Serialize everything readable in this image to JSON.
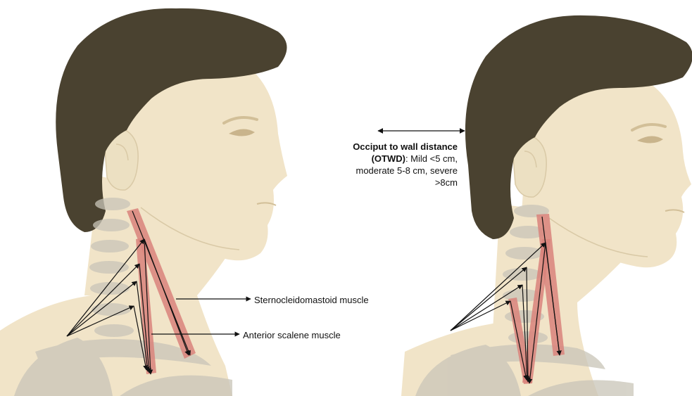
{
  "labels": {
    "otwd_bold": "Occiput to wall distance (OTWD)",
    "otwd_rest": ": Mild <5 cm, moderate 5-8 cm, severe >8cm",
    "scm": "Sternocleidomastoid muscle",
    "scalene": "Anterior scalene muscle"
  },
  "colors": {
    "skin": "#f1e4c8",
    "skin_shadow": "#e5d3b0",
    "hair": "#4a4230",
    "bone": "#c9c5b8",
    "muscle": "#d9837b",
    "arrow": "#111111"
  }
}
